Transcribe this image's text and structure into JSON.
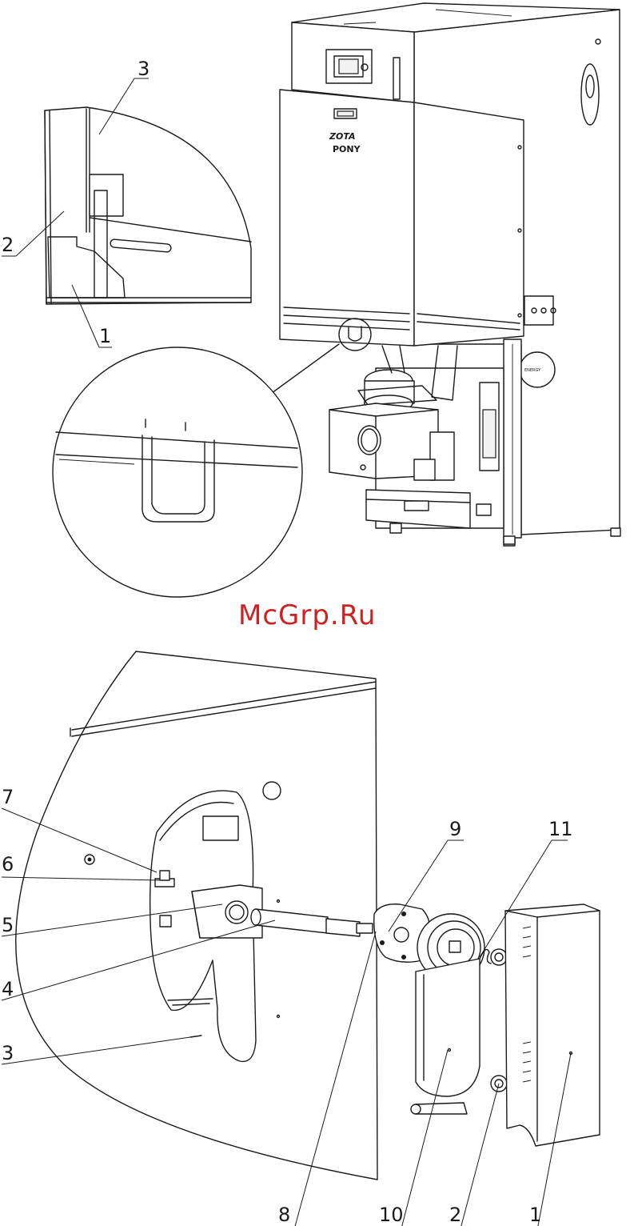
{
  "watermark": "McGrp.Ru",
  "brand": "ZOTA",
  "model": "PONY",
  "sticker_text": "ENERGY",
  "top_figure": {
    "callouts": [
      {
        "id": "top-1",
        "label": "1"
      },
      {
        "id": "top-2",
        "label": "2"
      },
      {
        "id": "top-3",
        "label": "3"
      }
    ]
  },
  "bottom_figure": {
    "callouts": [
      {
        "id": "bot-1",
        "label": "1"
      },
      {
        "id": "bot-2",
        "label": "2"
      },
      {
        "id": "bot-3",
        "label": "3"
      },
      {
        "id": "bot-4",
        "label": "4"
      },
      {
        "id": "bot-5",
        "label": "5"
      },
      {
        "id": "bot-6",
        "label": "6"
      },
      {
        "id": "bot-7",
        "label": "7"
      },
      {
        "id": "bot-8",
        "label": "8"
      },
      {
        "id": "bot-9",
        "label": "9"
      },
      {
        "id": "bot-10",
        "label": "10"
      },
      {
        "id": "bot-11",
        "label": "11"
      }
    ]
  },
  "colors": {
    "line": "#1a1a1a",
    "watermark": "#cc2222",
    "background": "#ffffff"
  }
}
